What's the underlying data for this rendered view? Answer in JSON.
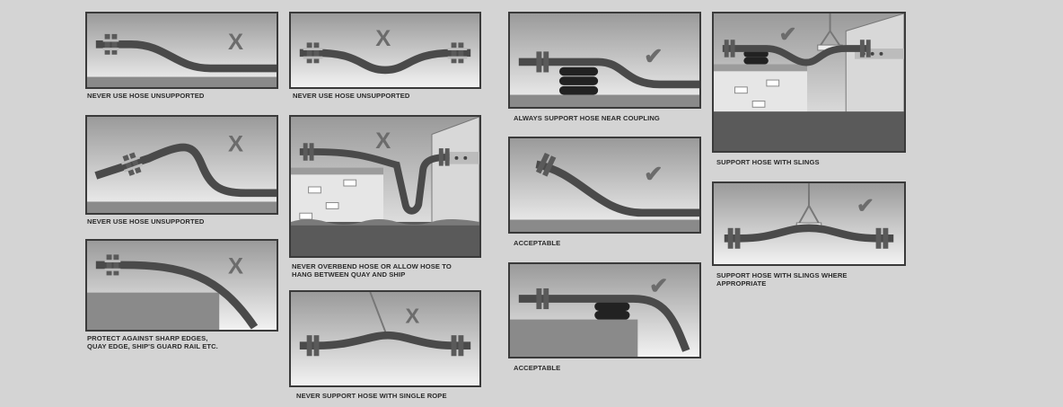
{
  "captions": {
    "p1": "NEVER USE HOSE UNSUPPORTED",
    "p2": "NEVER USE HOSE UNSUPPORTED",
    "p3": "NEVER USE HOSE UNSUPPORTED",
    "p4": "NEVER OVERBEND HOSE OR ALLOW HOSE TO\nHANG BETWEEN QUAY AND SHIP",
    "p5": "PROTECT AGAINST SHARP EDGES,\nQUAY EDGE, SHIP'S GUARD RAIL ETC.",
    "p6": "NEVER SUPPORT HOSE WITH SINGLE ROPE",
    "p7": "ALWAYS SUPPORT HOSE NEAR COUPLING",
    "p8": "ACCEPTABLE",
    "p9": "ACCEPTABLE",
    "p10": "SUPPORT HOSE WITH SLINGS",
    "p11": "SUPPORT HOSE WITH SLINGS WHERE\nAPPROPRIATE"
  },
  "marks": {
    "wrong": "X",
    "right": "✔"
  },
  "colors": {
    "hose": "#4a4a4a",
    "panel_sky_top": "#9a9a9a",
    "panel_sky_bottom": "#f2f2f2",
    "wrong_mark": "#6c6c6c",
    "right_mark": "#6c6c6c"
  },
  "icons": [
    "hose-flange-icon",
    "wrong-x-icon",
    "correct-check-icon",
    "tyre-support-icon",
    "crane-sling-icon",
    "ship-icon",
    "quay-wall-icon"
  ]
}
